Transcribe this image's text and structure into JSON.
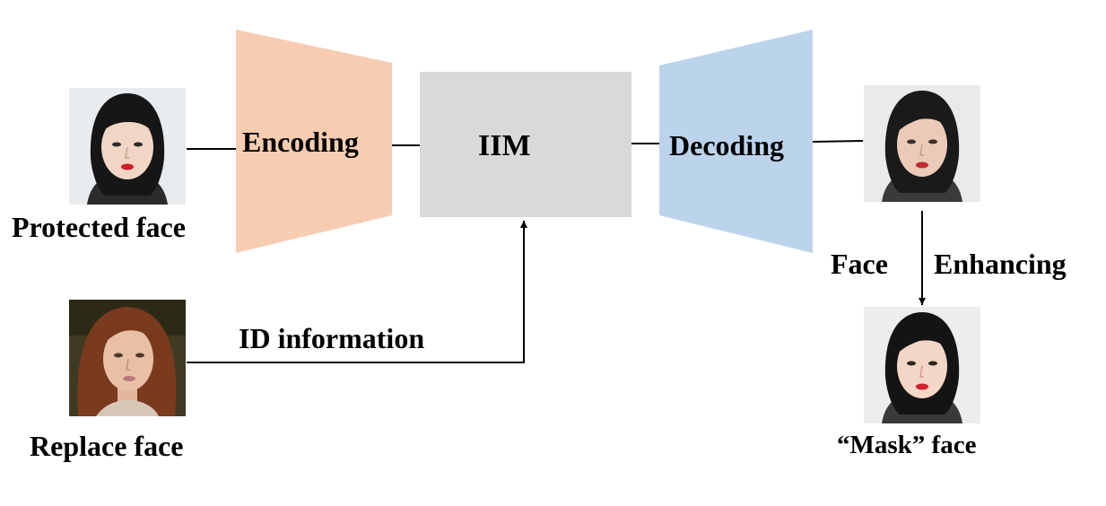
{
  "labels": {
    "protected_face": "Protected face",
    "replace_face": "Replace face",
    "encoding": "Encoding",
    "iim": "IIM",
    "decoding": "Decoding",
    "id_information": "ID information",
    "face": "Face",
    "enhancing": "Enhancing",
    "mask_face": "“Mask” face"
  },
  "colors": {
    "encoder_fill": "#f7cdb2",
    "iim_fill": "#d9d9d9",
    "decoder_fill": "#bcd3ec",
    "line": "#000000"
  }
}
